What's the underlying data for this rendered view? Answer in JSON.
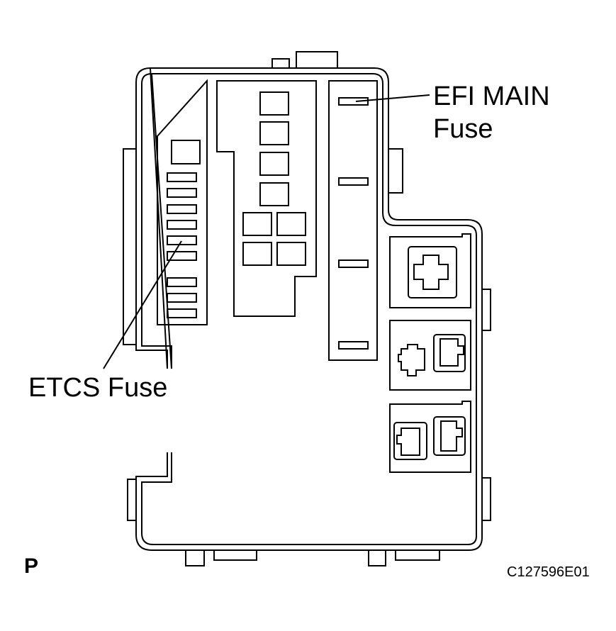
{
  "labels": {
    "efi_main_line1": "EFI MAIN",
    "efi_main_line2": "Fuse",
    "etcs": "ETCS Fuse",
    "view": "P",
    "figure_code": "C127596E01"
  },
  "colors": {
    "stroke": "#000000",
    "background": "#ffffff"
  }
}
